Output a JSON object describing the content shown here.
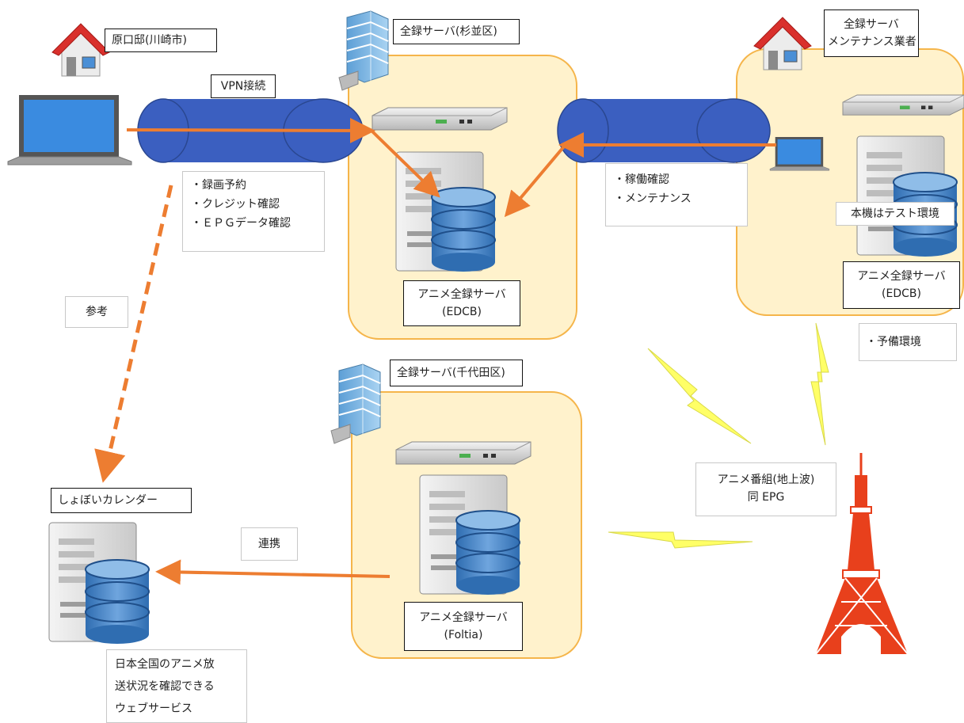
{
  "locations": {
    "home": "原口邸(川崎市)",
    "server_suginami": "全録サーバ(杉並区)",
    "maintenance_line1": "全録サーバ",
    "maintenance_line2": "メンテナンス業者",
    "server_chiyoda": "全録サーバ(千代田区)"
  },
  "connections": {
    "vpn": "VPN接続",
    "reference": "参考",
    "link": "連携"
  },
  "home_tasks": [
    "・録画予約",
    "・クレジット確認",
    "・ＥＰＧデータ確認"
  ],
  "maintenance_tasks": [
    "・稼働確認",
    "・メンテナンス"
  ],
  "servers": {
    "suginami_name": "アニメ全録サーバ",
    "suginami_sub": "(EDCB)",
    "maintenance_name": "アニメ全録サーバ",
    "maintenance_sub": "(EDCB)",
    "maintenance_note": "本機はテスト環境",
    "maintenance_role": "・予備環境",
    "chiyoda_name": "アニメ全録サーバ",
    "chiyoda_sub": "(Foltia)"
  },
  "broadcast": {
    "line1": "アニメ番組(地上波)",
    "line2": "同 EPG"
  },
  "calendar": {
    "title": "しょぼいカレンダー",
    "desc": [
      "日本全国のアニメ放",
      "送状況を確認できる",
      "ウェブサービス"
    ]
  },
  "colors": {
    "zone_fill": "#fff2cc",
    "zone_stroke": "#f5b54a",
    "tube": "#3b5fc0",
    "arrow": "#ed7d31",
    "lightning": "#ffff66",
    "tower": "#e8401c"
  }
}
